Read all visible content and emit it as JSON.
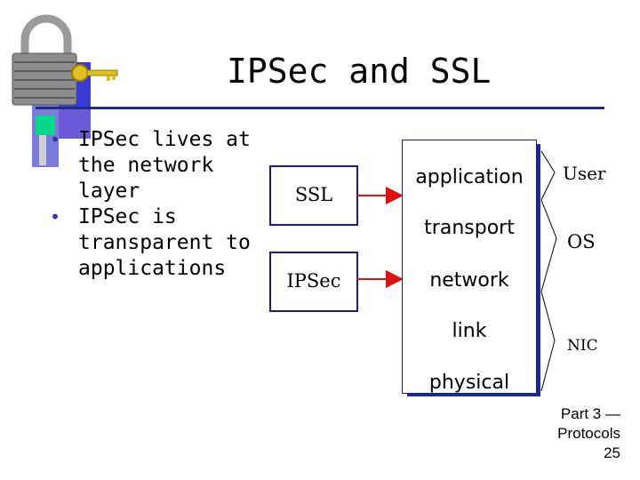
{
  "slide": {
    "title": "IPSec and SSL",
    "bullets": [
      "IPSec lives at the network layer",
      "IPSec is transparent to applications"
    ],
    "bullet_glyph": "•",
    "bullet_color": "#3333aa",
    "accent_color": "#1e2a8c",
    "arrow_color": "#dd1111"
  },
  "diagram": {
    "left_boxes": [
      "SSL",
      "IPSec"
    ],
    "stack_layers": [
      "application",
      "transport",
      "network",
      "link",
      "physical"
    ],
    "side_labels": [
      "User",
      "OS",
      "NIC"
    ]
  },
  "footer": {
    "line1": "Part 3 —",
    "line2": "Protocols",
    "page": "25"
  },
  "logo": {
    "icon": "padlock-and-key-icon"
  }
}
